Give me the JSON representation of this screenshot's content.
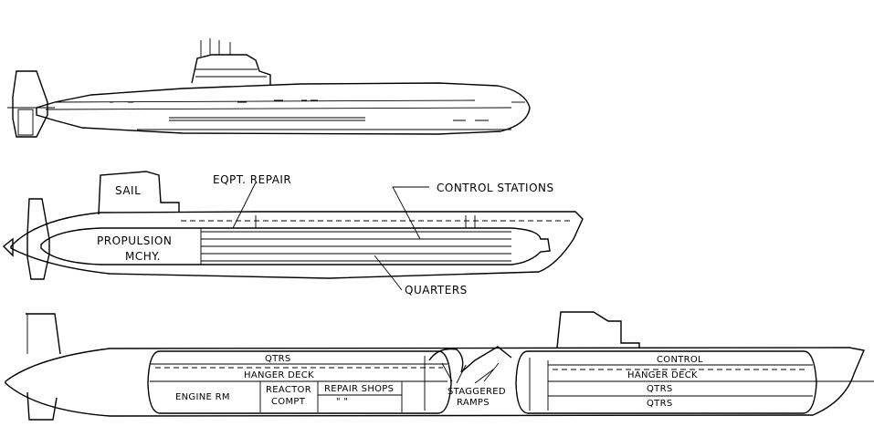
{
  "diagram2": {
    "label_sail": "SAIL",
    "label_eqpt_repair": "EQPT. REPAIR",
    "label_control_stations": "CONTROL STATIONS",
    "label_propulsion": "PROPULSION",
    "label_mchy": "MCHY.",
    "label_quarters": "QUARTERS"
  },
  "diagram3": {
    "label_qtrs_top": "QTRS",
    "label_hanger_deck_left": "HANGER DECK",
    "label_engine_rm": "ENGINE RM",
    "label_reactor": "REACTOR",
    "label_compt": "COMPT",
    "label_repair_shops": "REPAIR SHOPS",
    "label_ditto": "\"      \"",
    "label_staggered": "STAGGERED",
    "label_ramps": "RAMPS",
    "label_control": "CONTROL",
    "label_hanger_deck_right": "HANGER DECK",
    "label_qtrs_r1": "QTRS",
    "label_qtrs_r2": "QTRS"
  }
}
